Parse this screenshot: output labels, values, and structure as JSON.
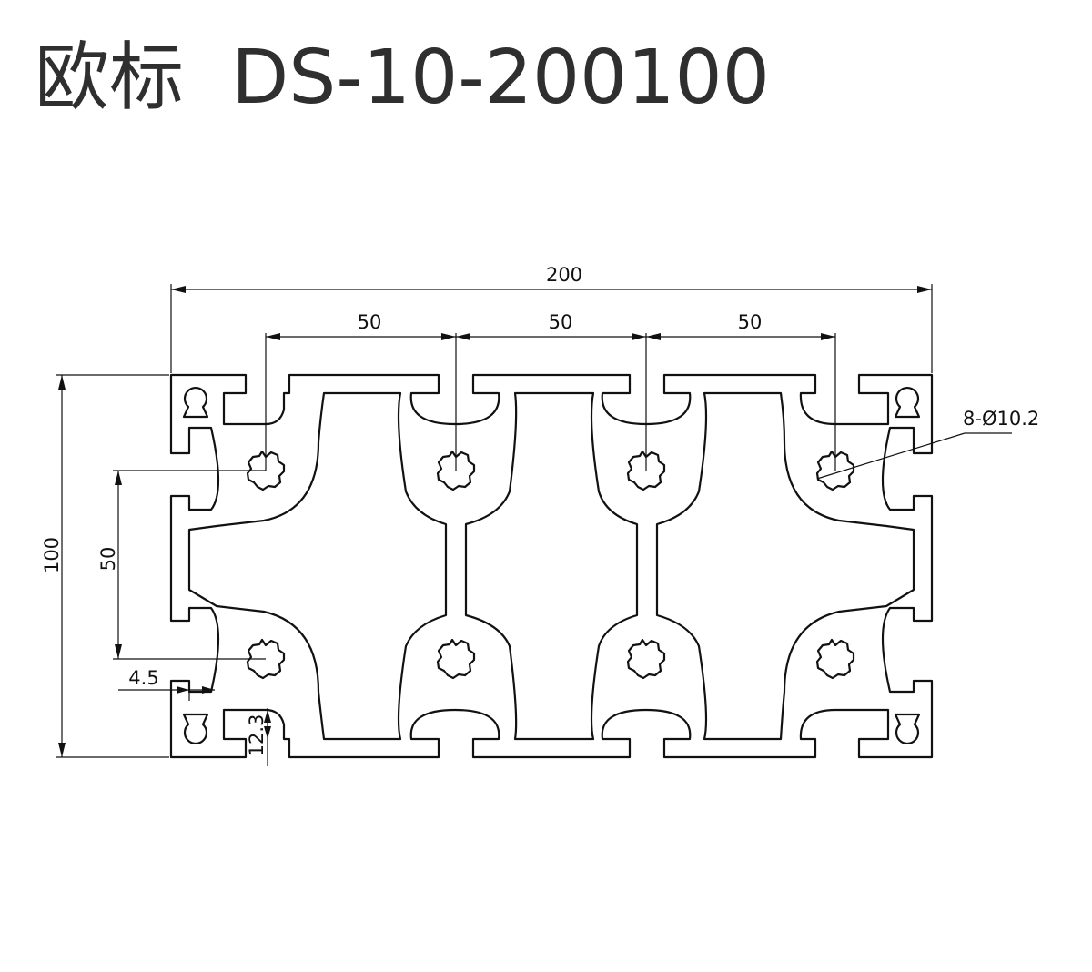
{
  "title": "欧标  DS-10-200100",
  "dimensions": {
    "overall_width": "200",
    "pitch_1": "50",
    "pitch_2": "50",
    "pitch_3": "50",
    "overall_height": "100",
    "vertical_pitch": "50",
    "slot_offset": "4.5",
    "slot_depth": "12.3",
    "hole_callout": "8-Ø10.2"
  },
  "colors": {
    "line": "#111111",
    "title": "#2f2f2f",
    "background": "#ffffff"
  }
}
